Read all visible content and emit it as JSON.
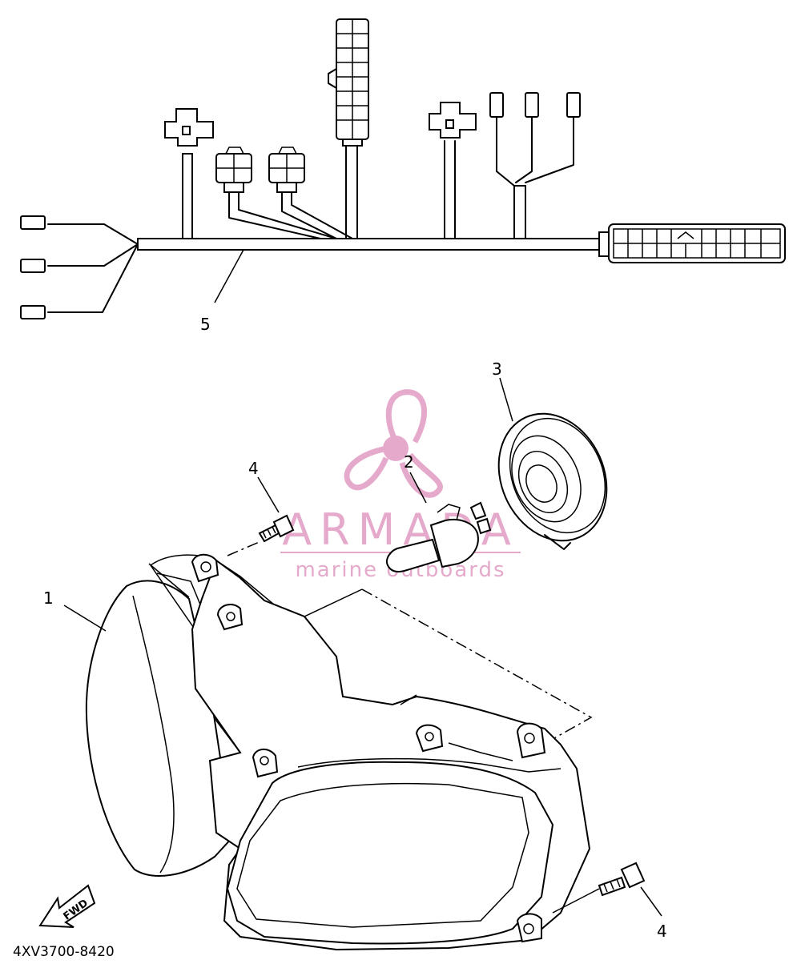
{
  "diagram": {
    "part_code": "4XV3700-8420",
    "fwd_label": "FWD",
    "callouts": {
      "headlight_assembly": "1",
      "bulb": "2",
      "bulb_cover": "3",
      "screw_upper": "4",
      "screw_lower": "4",
      "wire_harness": "5"
    }
  },
  "watermark": {
    "brand": "ARMADA",
    "tagline": "marine outboards",
    "color": "#e3a1c6"
  }
}
